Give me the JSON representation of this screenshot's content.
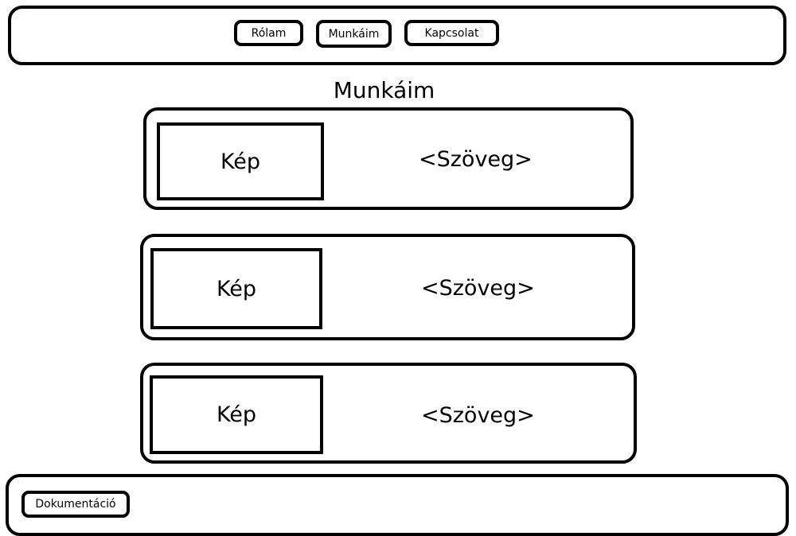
{
  "nav": {
    "items": [
      {
        "label": "Rólam"
      },
      {
        "label": "Munkáim"
      },
      {
        "label": "Kapcsolat"
      }
    ]
  },
  "main": {
    "title": "Munkáim",
    "cards": [
      {
        "image_label": "Kép",
        "text": "<Szöveg>"
      },
      {
        "image_label": "Kép",
        "text": "<Szöveg>"
      },
      {
        "image_label": "Kép",
        "text": "<Szöveg>"
      }
    ]
  },
  "footer": {
    "link_label": "Dokumentáció"
  }
}
